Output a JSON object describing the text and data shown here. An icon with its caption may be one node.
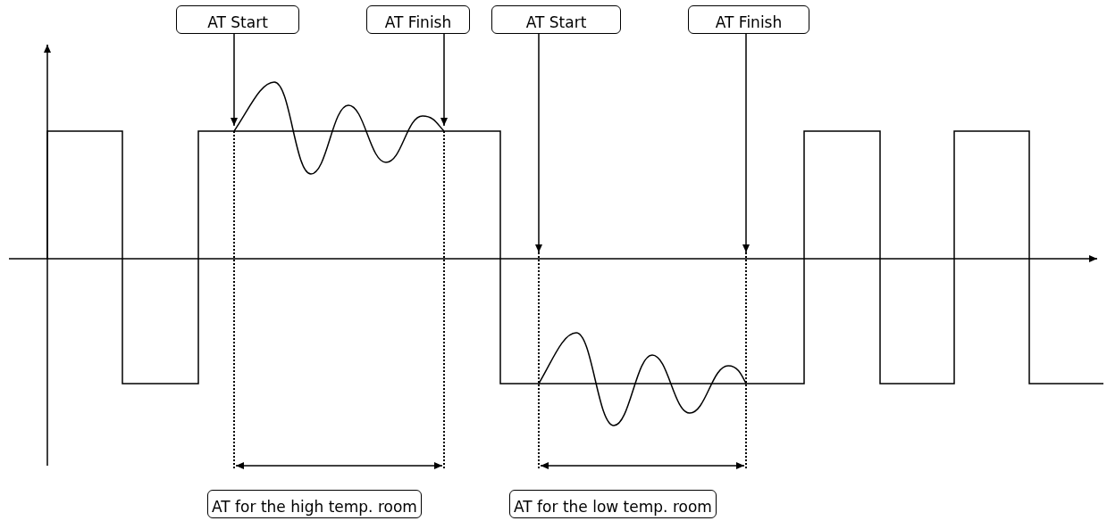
{
  "diagram": {
    "nodes": [
      {
        "text": [
          "AT Start"
        ]
      },
      {
        "text": [
          "AT Finish"
        ]
      },
      {
        "text": [
          "AT Start"
        ]
      },
      {
        "text": [
          "AT Finish"
        ]
      },
      {
        "text": [
          "AT for the high temp. room"
        ]
      },
      {
        "text": [
          "AT for the low temp. room"
        ]
      },
      {
        "text": [],
        "shape": "picture"
      }
    ],
    "edges": [
      {
        "from": 0,
        "to": 6,
        "arrow": "to"
      },
      {
        "from": 1,
        "to": 6,
        "arrow": "to"
      },
      {
        "from": 2,
        "to": null,
        "arrow": "to"
      },
      {
        "from": 3,
        "to": null,
        "arrow": "to"
      }
    ]
  }
}
